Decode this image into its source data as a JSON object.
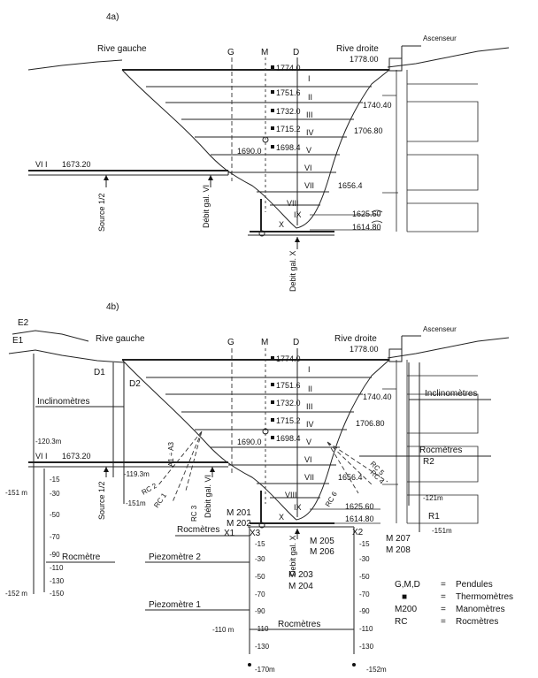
{
  "fig_a": {
    "label": "4a)",
    "left_bank": "Rive gauche",
    "right_bank": "Rive droite",
    "elevator": "Ascenseur",
    "col_g": "G",
    "col_m": "M",
    "col_d": "D",
    "levels": [
      "I",
      "II",
      "III",
      "IV",
      "V",
      "VI",
      "VII",
      "VIII",
      "IX",
      "X"
    ],
    "thermo": [
      "1774.0",
      "1751.6",
      "1732.0",
      "1715.2",
      "1698.4"
    ],
    "crest": "1778.00",
    "el_1740": "1740.40",
    "el_1706": "1706.80",
    "el_1690": "1690.0",
    "el_1656": "1656.4",
    "el_1625": "1625.60",
    "el_1614": "1614.80",
    "gal_vi": "VI I",
    "el_1673": "1673.20",
    "source": "Source 1/2",
    "debit_vi": "Débit gal. VI",
    "debit_x": "Debit gal. X"
  },
  "fig_b": {
    "label": "4b)",
    "left_bank": "Rive gauche",
    "right_bank": "Rive droite",
    "elevator": "Ascenseur",
    "col_g": "G",
    "col_m": "M",
    "col_d": "D",
    "levels": [
      "I",
      "II",
      "III",
      "IV",
      "V",
      "VI",
      "VII",
      "VIII",
      "IX",
      "X"
    ],
    "thermo": [
      "1774.0",
      "1751.6",
      "1732.0",
      "1715.2",
      "1698.4"
    ],
    "crest": "1778.00",
    "el_1740": "1740.40",
    "el_1706": "1706.80",
    "el_1690": "1690.0",
    "el_1656": "1656.4",
    "el_1625": "1625.60",
    "el_1614": "1614.80",
    "gal_vi": "VI I",
    "el_1673": "1673.20",
    "source": "Source 1/2",
    "debit_vi": "Débit gal. VI",
    "debit_x": "Debit gal. X",
    "e1": "E1",
    "e2": "E2",
    "d1": "D1",
    "d2": "D2",
    "r1": "R1",
    "r2": "R2",
    "incl_left": "Inclinomètres",
    "incl_right": "Inclinomètres",
    "rocm_right": "Rocmètres",
    "rocm_mid": "Rocmètres",
    "rocm_left": "Rocmètre",
    "rocm_bottom": "Rocmètres",
    "piezo2": "Piezomètre 2",
    "piezo1": "Piezomètre 1",
    "a1a3": "A1 ÷ A3",
    "rc1": "RC 1",
    "rc2": "RC 2",
    "rc3": "RC 3",
    "rc4": "RC 4",
    "rc5": "RC 5",
    "rc6": "RC 6",
    "m201": "M 201",
    "m202": "M 202",
    "m203": "M 203",
    "m204": "M 204",
    "m205": "M 205",
    "m206": "M 206",
    "m207": "M 207",
    "m208": "M 208",
    "x1": "X1",
    "x2": "X2",
    "x3": "X3",
    "d_120": "-120.3m",
    "d_119": "-119.3m",
    "d_151a": "-151 m",
    "d_151b": "-151m",
    "d_121": "-121m",
    "d_151c": "-151m",
    "d_152a": "-152 m",
    "d_110": "-110 m",
    "d_170": "-170m",
    "d_152b": "-152m",
    "ticks": [
      "-15",
      "-30",
      "-50",
      "-70",
      "-90",
      "-110",
      "-130",
      "-150"
    ]
  },
  "legend": {
    "items": [
      {
        "sym": "G,M,D",
        "desc": "Pendules"
      },
      {
        "sym": "■",
        "desc": "Thermomètres"
      },
      {
        "sym": "M200",
        "desc": "Manomètres"
      },
      {
        "sym": "RC",
        "desc": "Rocmètres"
      }
    ]
  }
}
